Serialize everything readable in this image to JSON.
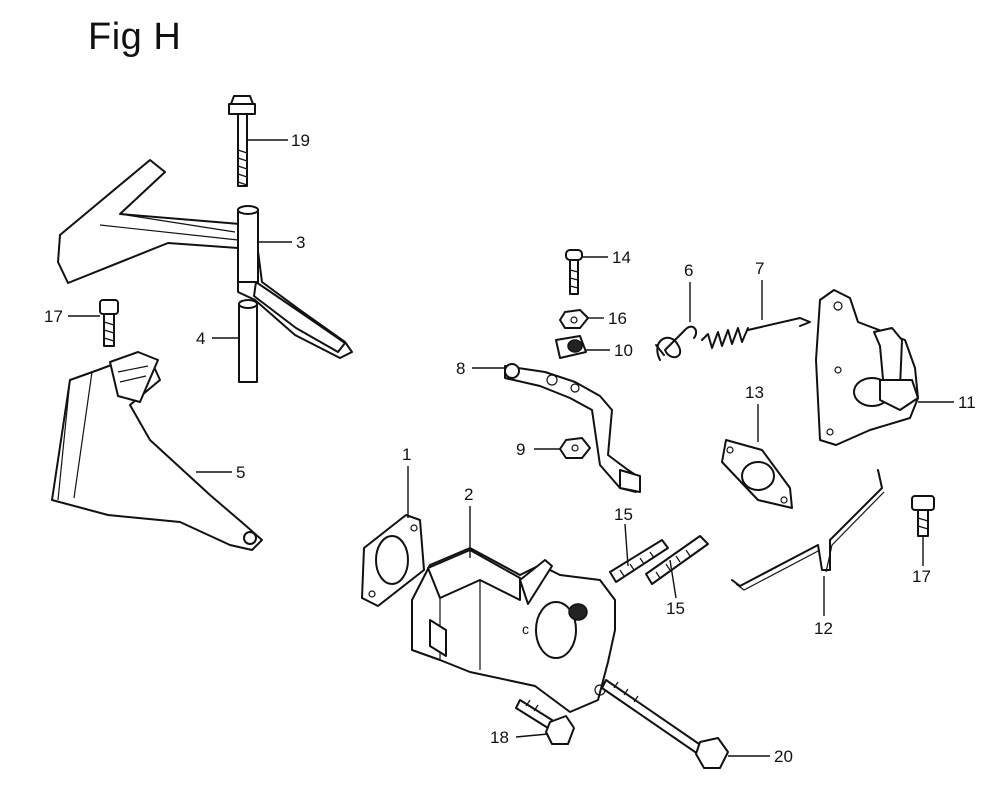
{
  "figure": {
    "title": "Fig H"
  },
  "callouts": [
    {
      "id": "19",
      "label": "19"
    },
    {
      "id": "3",
      "label": "3"
    },
    {
      "id": "17a",
      "label": "17"
    },
    {
      "id": "4",
      "label": "4"
    },
    {
      "id": "5",
      "label": "5"
    },
    {
      "id": "14",
      "label": "14"
    },
    {
      "id": "6",
      "label": "6"
    },
    {
      "id": "7",
      "label": "7"
    },
    {
      "id": "16",
      "label": "16"
    },
    {
      "id": "10",
      "label": "10"
    },
    {
      "id": "8",
      "label": "8"
    },
    {
      "id": "13",
      "label": "13"
    },
    {
      "id": "11",
      "label": "11"
    },
    {
      "id": "9",
      "label": "9"
    },
    {
      "id": "1",
      "label": "1"
    },
    {
      "id": "2",
      "label": "2"
    },
    {
      "id": "15a",
      "label": "15"
    },
    {
      "id": "15b",
      "label": "15"
    },
    {
      "id": "17b",
      "label": "17"
    },
    {
      "id": "12",
      "label": "12"
    },
    {
      "id": "18",
      "label": "18"
    },
    {
      "id": "20",
      "label": "20"
    }
  ]
}
